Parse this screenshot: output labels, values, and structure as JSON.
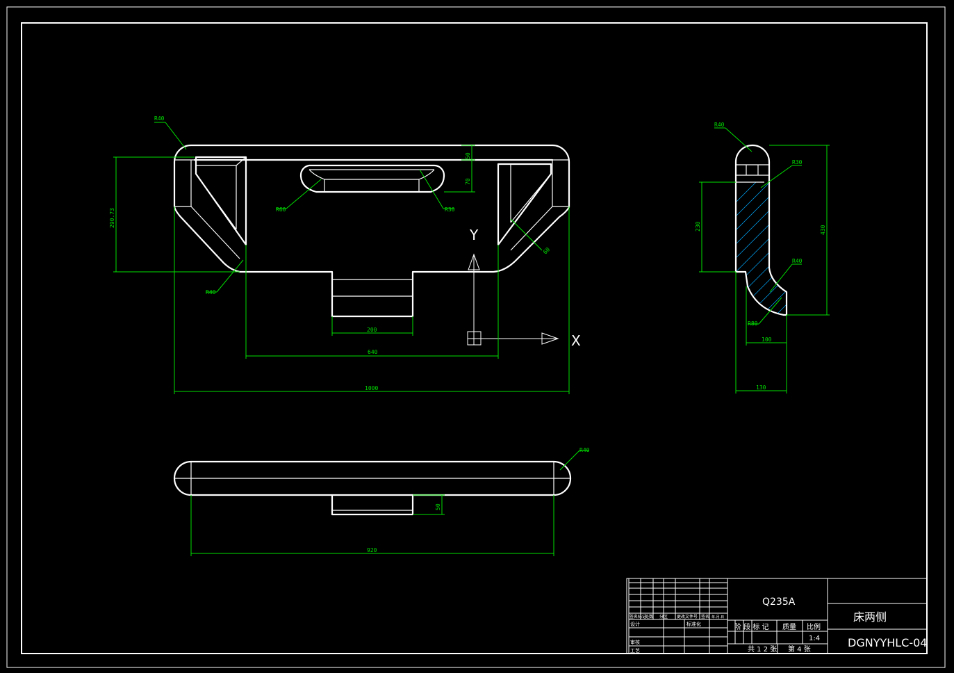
{
  "colors": {
    "background": "#000000",
    "outline": "#ffffff",
    "dimension": "#00e000",
    "hatch": "#00aaff"
  },
  "front_view": {
    "radius_top_left": "R40",
    "radius_slot_left": "R60",
    "radius_slot_right": "R30",
    "radius_bottom_left": "R40",
    "dim_top_thickness": "50",
    "dim_slot_height": "70",
    "dim_height": "290.73",
    "dim_diag": "60",
    "dim_tab_width": "200",
    "dim_inner_width": "640",
    "dim_total_width": "1000",
    "axis_y": "Y",
    "axis_x": "X"
  },
  "side_view": {
    "radius_top": "R40",
    "radius_inner": "R30",
    "radius_lower": "R40",
    "radius_bottom": "R80",
    "dim_lower_height": "230",
    "dim_total_height": "430",
    "dim_foot_width": "100",
    "dim_total_width": "130"
  },
  "top_view": {
    "radius_end": "R40",
    "dim_tab_depth": "50",
    "dim_length": "920"
  },
  "title_block": {
    "material": "Q235A",
    "part_name": "床两侧",
    "drawing_number": "DGNYYHLC-04",
    "stage_label": "阶 段 标 记",
    "weight_label": "质量",
    "scale_label": "比例",
    "scale_value": "1:4",
    "sheets_total": "共 1 2 张",
    "sheet_index": "第 4 张",
    "row_labels": [
      "签名",
      "标记",
      "处数",
      "分区",
      "更改文件号",
      "签名",
      "年.月.日"
    ],
    "design_label": "设计",
    "standard_label": "标准化",
    "review_label": "审核",
    "process_label": "工艺"
  }
}
